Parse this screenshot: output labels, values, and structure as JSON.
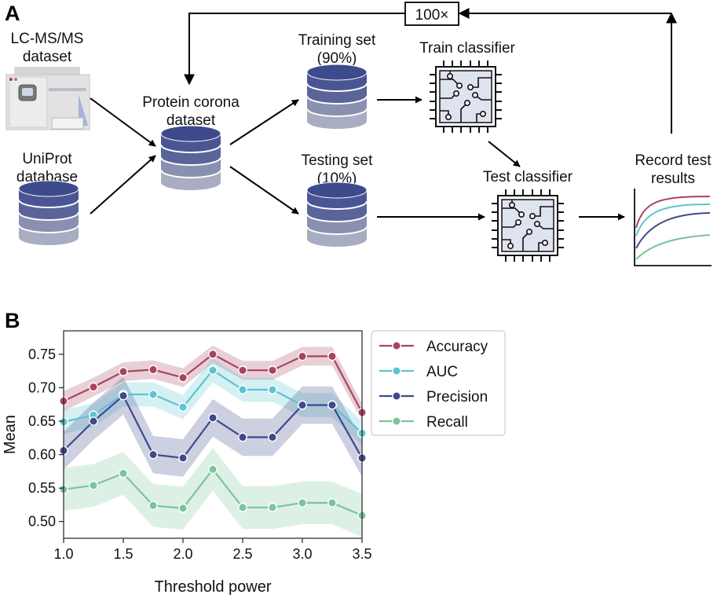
{
  "panel_a": {
    "label": "A",
    "loop_count": "100×",
    "lcms_line1": "LC-MS/MS",
    "lcms_line2": "dataset",
    "uniprot_line1": "UniProt",
    "uniprot_line2": "database",
    "corona_line1": "Protein corona",
    "corona_line2": "dataset",
    "training_line1": "Training set",
    "training_line2": "(90%)",
    "testing_line1": "Testing set",
    "testing_line2": "(10%)",
    "train_classifier": "Train classifier",
    "test_classifier": "Test classifier",
    "record_line1": "Record test",
    "record_line2": "results"
  },
  "panel_b": {
    "label": "B"
  },
  "colors": {
    "accuracy": "#a8445f",
    "auc": "#5cc4d2",
    "precision": "#3d4a8c",
    "recall": "#7cc49a",
    "disk_top": "#3d4a8c",
    "disk_mid": "#5a6499",
    "disk_low": "#8a90b2",
    "disk_base": "#a9adc2"
  },
  "chart_data": {
    "type": "line",
    "xlabel": "Threshold power",
    "ylabel": "Mean",
    "xlim": [
      1.0,
      3.5
    ],
    "ylim": [
      0.475,
      0.785
    ],
    "xticks": [
      1.0,
      1.5,
      2.0,
      2.5,
      3.0,
      3.5
    ],
    "xtick_labels": [
      "1.0",
      "1.5",
      "2.0",
      "2.5",
      "3.0",
      "3.5"
    ],
    "yticks": [
      0.5,
      0.55,
      0.6,
      0.65,
      0.7,
      0.75
    ],
    "ytick_labels": [
      "0.50",
      "0.55",
      "0.60",
      "0.65",
      "0.70",
      "0.75"
    ],
    "legend_position": "outside-right",
    "x": [
      1.0,
      1.25,
      1.5,
      1.75,
      2.0,
      2.25,
      2.5,
      2.75,
      3.0,
      3.25,
      3.5
    ],
    "series": [
      {
        "name": "Accuracy",
        "color": "#a8445f",
        "values": [
          0.68,
          0.701,
          0.724,
          0.727,
          0.715,
          0.75,
          0.726,
          0.726,
          0.747,
          0.747,
          0.663
        ],
        "lower": [
          0.665,
          0.687,
          0.71,
          0.713,
          0.701,
          0.737,
          0.712,
          0.712,
          0.733,
          0.733,
          0.65
        ],
        "upper": [
          0.695,
          0.715,
          0.738,
          0.741,
          0.729,
          0.763,
          0.74,
          0.74,
          0.761,
          0.761,
          0.676
        ]
      },
      {
        "name": "AUC",
        "color": "#5cc4d2",
        "values": [
          0.649,
          0.659,
          0.69,
          0.69,
          0.671,
          0.726,
          0.697,
          0.697,
          0.674,
          0.674,
          0.632
        ],
        "lower": [
          0.631,
          0.641,
          0.672,
          0.672,
          0.653,
          0.708,
          0.679,
          0.679,
          0.656,
          0.656,
          0.614
        ],
        "upper": [
          0.667,
          0.677,
          0.708,
          0.708,
          0.689,
          0.744,
          0.715,
          0.715,
          0.692,
          0.692,
          0.65
        ]
      },
      {
        "name": "Precision",
        "color": "#3d4a8c",
        "values": [
          0.606,
          0.65,
          0.688,
          0.6,
          0.595,
          0.655,
          0.626,
          0.626,
          0.674,
          0.674,
          0.595
        ],
        "lower": [
          0.578,
          0.622,
          0.66,
          0.572,
          0.567,
          0.627,
          0.598,
          0.598,
          0.646,
          0.646,
          0.567
        ],
        "upper": [
          0.634,
          0.678,
          0.716,
          0.628,
          0.623,
          0.683,
          0.654,
          0.654,
          0.702,
          0.702,
          0.623
        ]
      },
      {
        "name": "Recall",
        "color": "#7cc49a",
        "values": [
          0.548,
          0.554,
          0.572,
          0.524,
          0.52,
          0.578,
          0.521,
          0.521,
          0.528,
          0.528,
          0.509
        ],
        "lower": [
          0.516,
          0.522,
          0.54,
          0.492,
          0.488,
          0.546,
          0.489,
          0.489,
          0.496,
          0.496,
          0.477
        ],
        "upper": [
          0.58,
          0.586,
          0.604,
          0.556,
          0.552,
          0.61,
          0.553,
          0.553,
          0.56,
          0.56,
          0.541
        ]
      }
    ]
  }
}
